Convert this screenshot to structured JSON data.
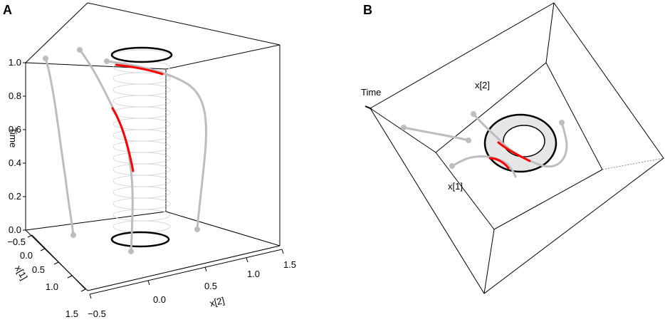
{
  "panels": [
    {
      "letter": "A",
      "time_axis": {
        "label": "Time",
        "ticks": [
          "0.0",
          "0.2",
          "0.4",
          "0.6",
          "0.8",
          "1.0"
        ]
      },
      "x1_axis": {
        "label": "x[1]",
        "ticks": [
          "−0.5",
          "0.0",
          "0.5",
          "1.0",
          "1.5"
        ]
      },
      "x2_axis": {
        "label": "x[2]",
        "ticks": [
          "−0.5",
          "0.0",
          "0.5",
          "1.0",
          "1.5"
        ]
      }
    },
    {
      "letter": "B",
      "time_label": "Time",
      "x1_label": "x[1]",
      "x2_label": "x[2]"
    }
  ],
  "colors": {
    "box": "#000000",
    "trajectory": "#bdbdbd",
    "highlight": "#ff0000",
    "region": "#000000",
    "tube": "#d9d9d9",
    "ring_fill": "#e6e6e6"
  }
}
